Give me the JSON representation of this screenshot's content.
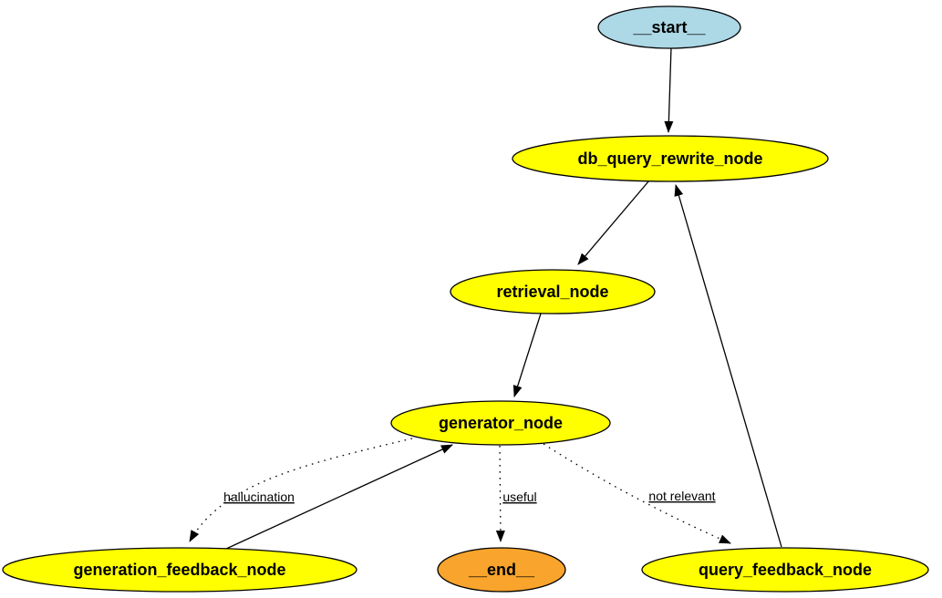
{
  "diagram": {
    "type": "state-graph",
    "description": "Workflow graph with start and end nodes connected through query rewrite, retrieval, generation and feedback steps"
  },
  "colors": {
    "background": "#ffffff",
    "node_default_fill": "#ffff00",
    "node_start_fill": "#add8e6",
    "node_end_fill": "#f9a42c",
    "node_stroke": "#000000",
    "edge_stroke": "#000000",
    "text": "#000000"
  },
  "nodes": {
    "start": {
      "label": "__start__"
    },
    "db_query_rewrite": {
      "label": "db_query_rewrite_node"
    },
    "retrieval": {
      "label": "retrieval_node"
    },
    "generator": {
      "label": "generator_node"
    },
    "generation_feedback": {
      "label": "generation_feedback_node"
    },
    "end": {
      "label": "__end__"
    },
    "query_feedback": {
      "label": "query_feedback_node"
    }
  },
  "edge_labels": {
    "hallucination": "hallucination",
    "useful": "useful",
    "not_relevant": "not relevant"
  },
  "edges": [
    {
      "from": "__start__",
      "to": "db_query_rewrite_node",
      "style": "solid",
      "label": ""
    },
    {
      "from": "db_query_rewrite_node",
      "to": "retrieval_node",
      "style": "solid",
      "label": ""
    },
    {
      "from": "retrieval_node",
      "to": "generator_node",
      "style": "solid",
      "label": ""
    },
    {
      "from": "generator_node",
      "to": "generation_feedback_node",
      "style": "dotted",
      "label": "hallucination"
    },
    {
      "from": "generation_feedback_node",
      "to": "generator_node",
      "style": "solid",
      "label": ""
    },
    {
      "from": "generator_node",
      "to": "__end__",
      "style": "dotted",
      "label": "useful"
    },
    {
      "from": "generator_node",
      "to": "query_feedback_node",
      "style": "dotted",
      "label": "not relevant"
    },
    {
      "from": "query_feedback_node",
      "to": "db_query_rewrite_node",
      "style": "solid",
      "label": ""
    }
  ]
}
